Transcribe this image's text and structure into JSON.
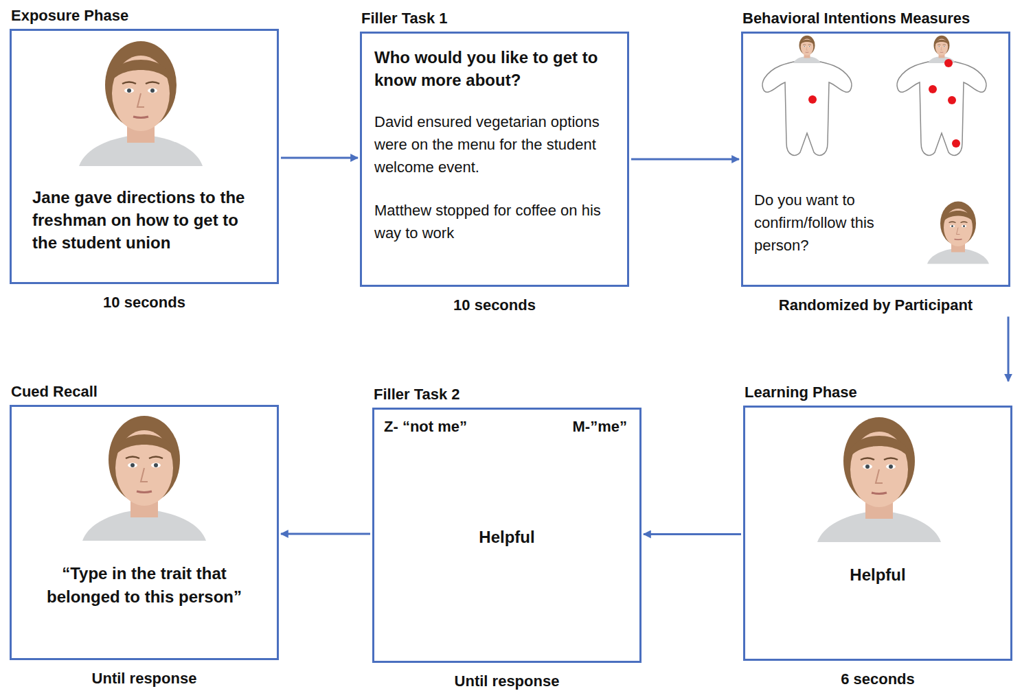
{
  "diagram": {
    "nodes": [
      {
        "text": [
          "Exposure Phase",
          "Jane gave directions to the freshman on how to get to the student union",
          "10 seconds"
        ]
      },
      {
        "text": [
          "Filler Task 1",
          "Who would you like to get to know more about?",
          "David ensured vegetarian options were on the menu for the student welcome event.",
          "Matthew stopped for coffee on his way to work",
          "10 seconds"
        ]
      },
      {
        "text": [
          "Behavioral Intentions Measures",
          "Do you want to confirm/follow this person?",
          "Randomized by Participant"
        ]
      },
      {
        "text": [
          "Learning Phase",
          "Helpful",
          "6 seconds"
        ]
      },
      {
        "text": [
          "Filler Task 2",
          "Z- “not me”",
          "M-”me”",
          "Helpful",
          "Until response"
        ]
      },
      {
        "text": [
          "Cued Recall",
          "“Type in the trait that belonged to this person”",
          "Until response"
        ]
      }
    ],
    "edges": [
      {
        "from": 0,
        "to": 1,
        "arrow": "to"
      },
      {
        "from": 1,
        "to": 2,
        "arrow": "to"
      },
      {
        "from": 2,
        "to": 3,
        "arrow": "to"
      },
      {
        "from": 3,
        "to": 4,
        "arrow": "to"
      },
      {
        "from": 4,
        "to": 5,
        "arrow": "to"
      }
    ]
  }
}
